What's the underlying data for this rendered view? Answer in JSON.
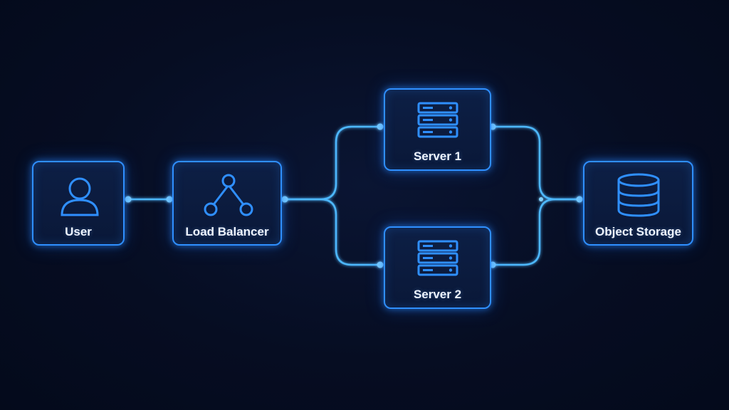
{
  "diagram": {
    "nodes": {
      "user": {
        "label": "User",
        "icon": "user-icon"
      },
      "load_balancer": {
        "label": "Load Balancer",
        "icon": "load-balancer-icon"
      },
      "server_1": {
        "label": "Server 1",
        "icon": "server-rack-icon"
      },
      "server_2": {
        "label": "Server 2",
        "icon": "server-rack-icon"
      },
      "object_storage": {
        "label": "Object Storage",
        "icon": "database-icon"
      }
    },
    "edges": [
      {
        "from": "User",
        "to": "Load Balancer"
      },
      {
        "from": "Load Balancer",
        "to": "Server 1"
      },
      {
        "from": "Load Balancer",
        "to": "Server 2"
      },
      {
        "from": "Server 1",
        "to": "Object Storage"
      },
      {
        "from": "Server 2",
        "to": "Object Storage"
      }
    ],
    "colors": {
      "background": "#050c20",
      "accent": "#2f8fff",
      "connector": "#4db8ff",
      "label": "#eef4ff"
    }
  }
}
